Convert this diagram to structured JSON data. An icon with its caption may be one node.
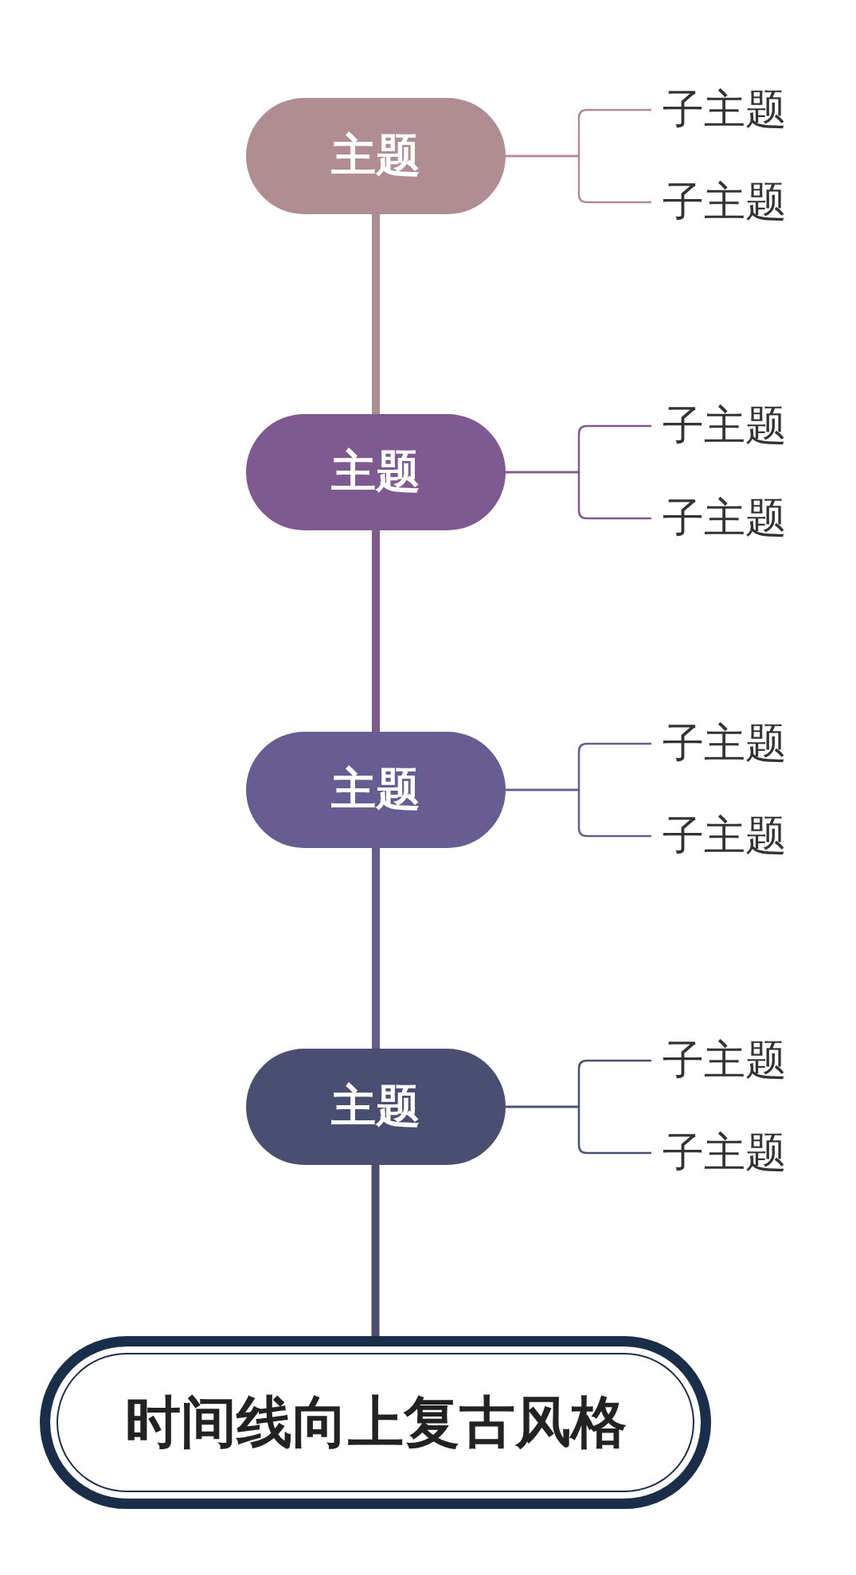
{
  "diagram": {
    "nodes": [
      {
        "text": [
          "主题"
        ]
      },
      {
        "text": [
          "子主题"
        ]
      },
      {
        "text": [
          "子主题"
        ]
      },
      {
        "text": [
          "主题"
        ]
      },
      {
        "text": [
          "子主题"
        ]
      },
      {
        "text": [
          "子主题"
        ]
      },
      {
        "text": [
          "主题"
        ]
      },
      {
        "text": [
          "子主题"
        ]
      },
      {
        "text": [
          "子主题"
        ]
      },
      {
        "text": [
          "主题"
        ]
      },
      {
        "text": [
          "子主题"
        ]
      },
      {
        "text": [
          "子主题"
        ]
      },
      {
        "text": [
          "时间线向上复古风格"
        ]
      }
    ],
    "edges": [
      {
        "from": 0,
        "to": 1,
        "arrow": "none",
        "color": "#b08c93"
      },
      {
        "from": 0,
        "to": 2,
        "arrow": "none",
        "color": "#b08c93"
      },
      {
        "from": 3,
        "to": 0,
        "arrow": "none",
        "style": "thick",
        "color": "#b08c93"
      },
      {
        "from": 3,
        "to": 4,
        "arrow": "none",
        "color": "#7f5a91"
      },
      {
        "from": 3,
        "to": 5,
        "arrow": "none",
        "color": "#7f5a91"
      },
      {
        "from": 6,
        "to": 3,
        "arrow": "none",
        "style": "thick",
        "color": "#7f5a91"
      },
      {
        "from": 6,
        "to": 7,
        "arrow": "none",
        "color": "#675d93"
      },
      {
        "from": 6,
        "to": 8,
        "arrow": "none",
        "color": "#675d93"
      },
      {
        "from": 9,
        "to": 6,
        "arrow": "none",
        "style": "thick",
        "color": "#675d93"
      },
      {
        "from": 9,
        "to": 10,
        "arrow": "none",
        "color": "#4a4f72"
      },
      {
        "from": 9,
        "to": 11,
        "arrow": "none",
        "color": "#4a4f72"
      },
      {
        "from": 12,
        "to": 9,
        "arrow": "none",
        "style": "thick",
        "color": "#4a4f72"
      }
    ]
  }
}
